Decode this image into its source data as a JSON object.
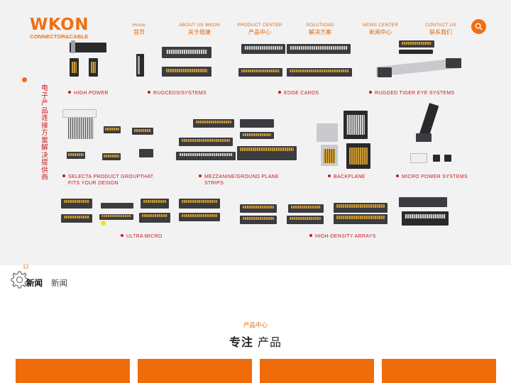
{
  "brand": {
    "logo_word": "WKON",
    "logo_sub": "CONNECTOR&CABLE",
    "color": "#f07010"
  },
  "nav": [
    {
      "en": "Home",
      "cn": "首页"
    },
    {
      "en": "ABOUT US WKON",
      "cn": "关于稳康"
    },
    {
      "en": "PRODUCT CENTER",
      "cn": "产品中心"
    },
    {
      "en": "SOLUTIONS",
      "cn": "解决方案"
    },
    {
      "en": "NEWS CENTER",
      "cn": "新闻中心"
    },
    {
      "en": "CONTACT US",
      "cn": "联系我们"
    }
  ],
  "search_icon": "search-icon",
  "hero": {
    "vertical_text": "电子产品连接方案解决提供商",
    "categories": [
      {
        "label": "HIGH POWER"
      },
      {
        "label": "RUGCEDSISYSTEMS"
      },
      {
        "label": "EDGE CARDS"
      },
      {
        "label": "RUGGED TIGER EYE SYSTEMS"
      },
      {
        "label": "SELECTA PRODUCT GROUPTHAT",
        "label2": "FITS YOUR DESIGN"
      },
      {
        "label": "MEZZANINE/GROUND PLANE",
        "label2": "STRIPS"
      },
      {
        "label": "BACKPLANE"
      },
      {
        "label": "MICRO POWER SYSTEMS"
      },
      {
        "label": "ULTRA MICRO"
      },
      {
        "label": "HIGH-DENSITY ARRAYS"
      }
    ],
    "accent": "#c8171c"
  },
  "news": {
    "tabs": [
      "新闻",
      "新闻"
    ]
  },
  "products_section": {
    "subtitle": "产品中心",
    "title_bold": "专注",
    "title_rest": "产品",
    "card_color": "#ef6c0a"
  }
}
